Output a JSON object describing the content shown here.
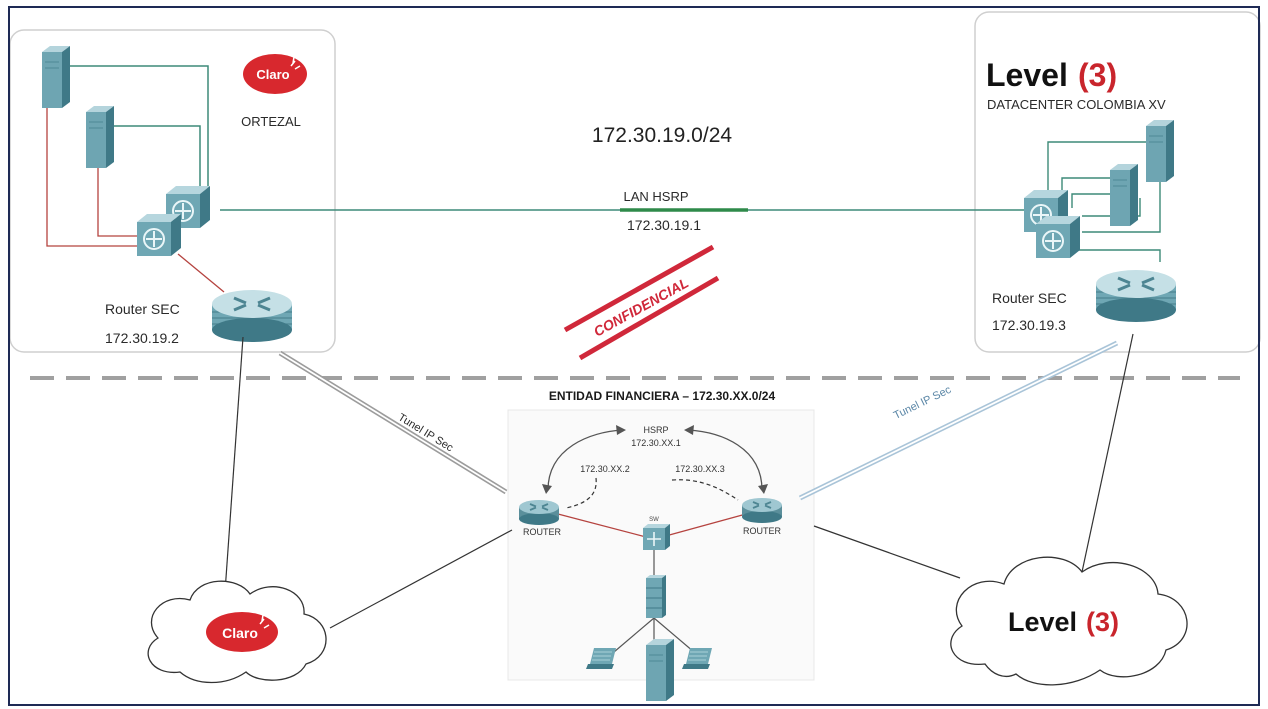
{
  "network_top": "172.30.19.0/24",
  "lan": {
    "label": "LAN HSRP",
    "ip": "172.30.19.1"
  },
  "stamp": "CONFIDENCIAL",
  "left_site": {
    "brand": "Claro",
    "name": "ORTEZAL",
    "router_label": "Router SEC",
    "router_ip": "172.30.19.2"
  },
  "right_site": {
    "brand_word": "Level",
    "brand_num": "(3)",
    "name": "DATACENTER COLOMBIA XV",
    "router_label": "Router SEC",
    "router_ip": "172.30.19.3"
  },
  "tunnel_left": "Tunel IP Sec",
  "tunnel_right": "Tunel IP Sec",
  "entity": {
    "title": "ENTIDAD FINANCIERA – 172.30.XX.0/24",
    "hsrp_label": "HSRP",
    "hsrp_ip": "172.30.XX.1",
    "ip_left": "172.30.XX.2",
    "ip_right": "172.30.XX.3",
    "router_left": "ROUTER",
    "router_right": "ROUTER",
    "switch_label": "SW"
  },
  "cloud_left_brand": "Claro",
  "cloud_right": {
    "brand_word": "Level",
    "brand_num": "(3)"
  },
  "colors": {
    "green_line": "#3d8a78",
    "red_line": "#b5433f",
    "red_stamp": "#d0283a",
    "claro_red": "#d8282e",
    "level3_red": "#c9252c",
    "frame": "#1e2a55"
  }
}
